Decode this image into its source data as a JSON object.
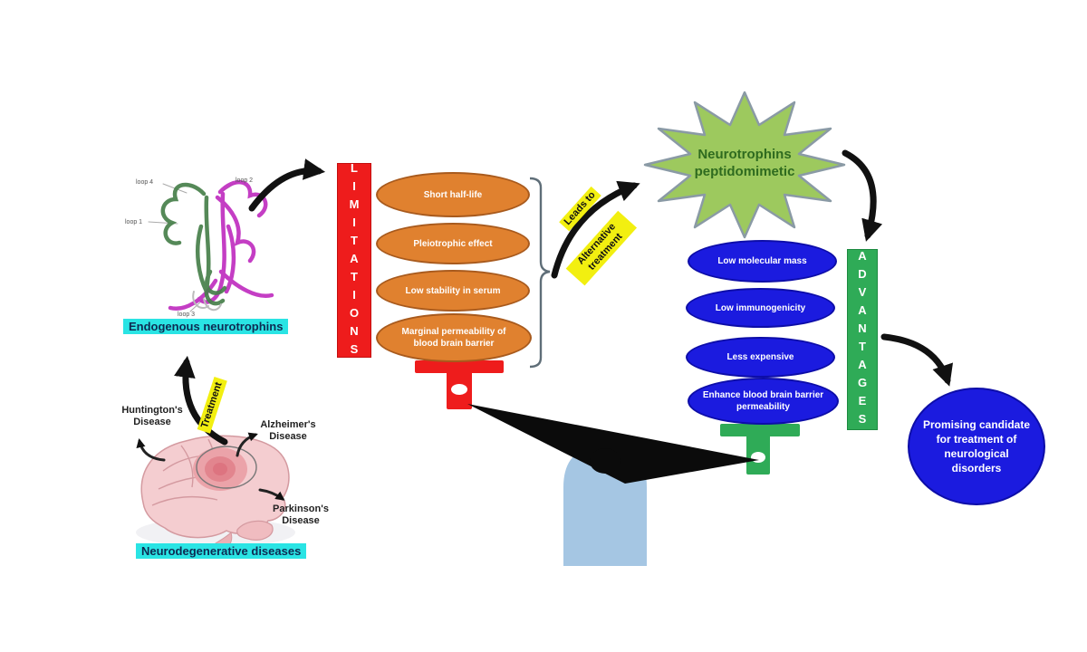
{
  "endogenous": {
    "label": "Endogenous neurotrophins",
    "loop_labels": [
      "loop 4",
      "loop 2",
      "loop 1",
      "loop 3"
    ]
  },
  "limitations": {
    "title": "LIMITATIONS",
    "items": [
      "Short half-life",
      "Pleiotrophic effect",
      "Low stability in serum",
      "Marginal permeability of blood brain barrier"
    ]
  },
  "transition": {
    "line1": "Leads to",
    "line2": "Alternative treatment"
  },
  "peptidomimetic": {
    "label": "Neurotrophins peptidomimetic"
  },
  "advantages": {
    "title": "ADVANTAGES",
    "items": [
      "Low molecular mass",
      "Low immunogenicity",
      "Less expensive",
      "Enhance blood brain barrier permeability"
    ]
  },
  "outcome": {
    "label": "Promising candidate for treatment of neurological disorders"
  },
  "neurodegeneration": {
    "label": "Neurodegenerative diseases",
    "treatment": "Treatment",
    "diseases": [
      "Huntington's Disease",
      "Alzheimer's Disease",
      "Parkinson's Disease"
    ]
  },
  "colors": {
    "limitations_red": "#ee1c1c",
    "limitation_orange": "#e0812f",
    "advantages_green": "#2fab57",
    "advantage_blue": "#1b1bdf",
    "starburst_green": "#9dc95e",
    "highlight_cyan": "#2ae4e4",
    "highlight_yellow": "#f2ef10",
    "fulcrum_blue": "#a5c6e3",
    "brain_pink": "#f4cdd0"
  }
}
